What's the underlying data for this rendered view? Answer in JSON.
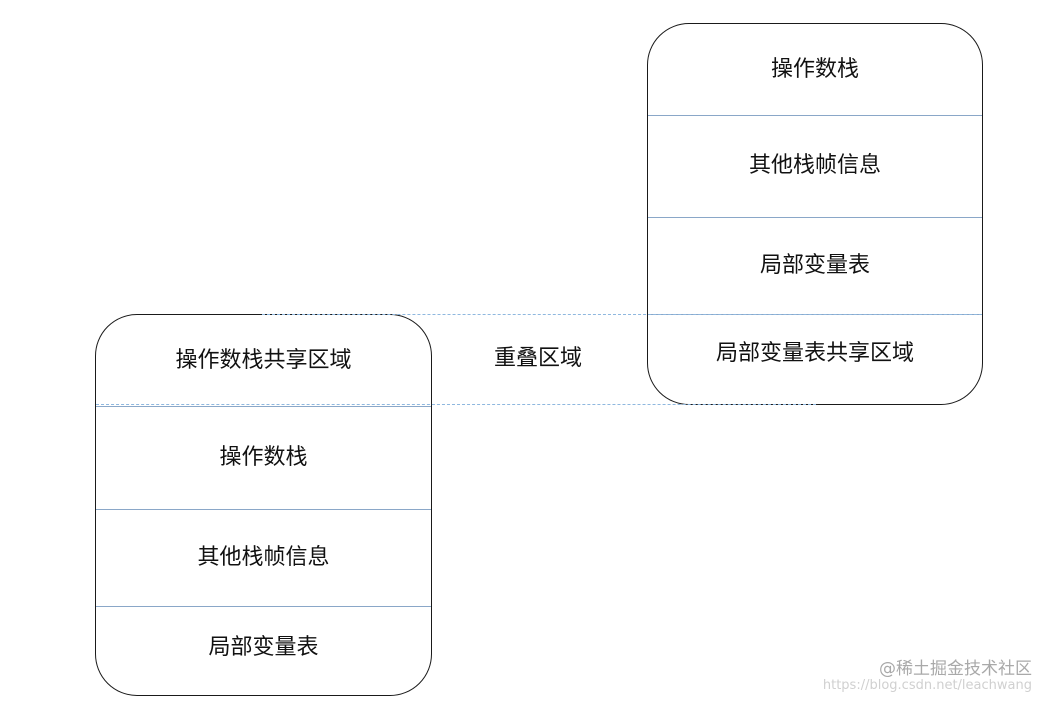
{
  "upper_frame": {
    "rows": [
      "操作数栈",
      "其他栈帧信息",
      "局部变量表",
      "局部变量表共享区域"
    ]
  },
  "lower_frame": {
    "rows": [
      "操作数栈共享区域",
      "操作数栈",
      "其他栈帧信息",
      "局部变量表"
    ]
  },
  "overlap": {
    "label": "重叠区域"
  },
  "watermark": {
    "site": "@稀土掘金技术社区",
    "url": "https://blog.csdn.net/leachwang"
  },
  "colors": {
    "border": "#1a1a1a",
    "divider": "#8aa7c8",
    "overlap_dash": "#8fb8df"
  }
}
